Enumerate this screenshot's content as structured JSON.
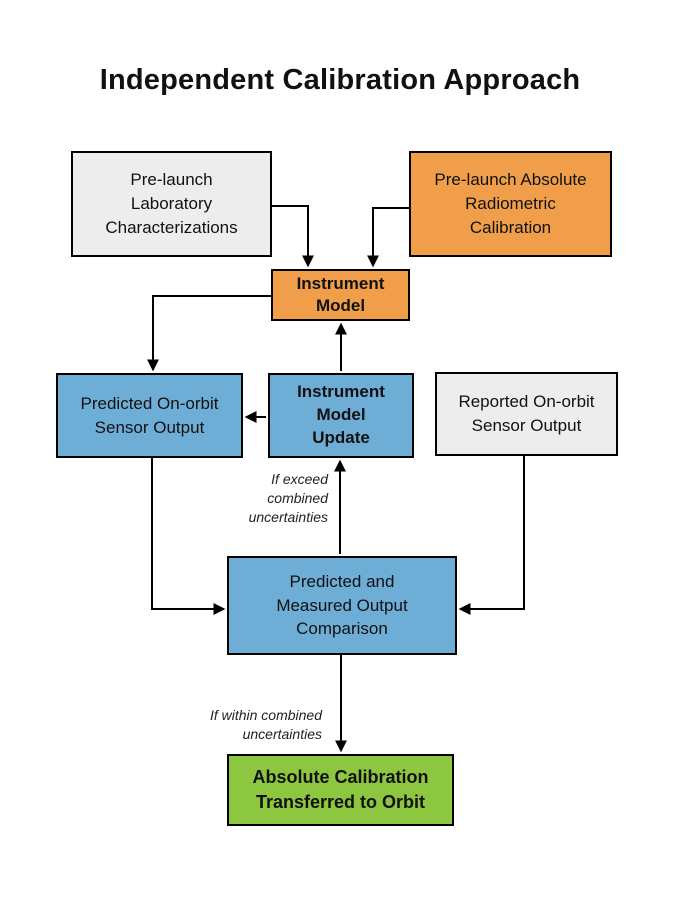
{
  "title": "Independent Calibration Approach",
  "colors": {
    "box_gray": "#EDEDEE",
    "box_orange": "#F09E4A",
    "box_blue": "#6EADD6",
    "box_green": "#8DC63F",
    "border": "#000000",
    "arrow": "#000000",
    "text": "#111111"
  },
  "nodes": {
    "prelaunch_lab": {
      "label": "Pre-launch\nLaboratory\nCharacterizations",
      "color": "gray"
    },
    "prelaunch_abs": {
      "label": "Pre-launch Absolute\nRadiometric\nCalibration",
      "color": "orange"
    },
    "instrument_model": {
      "label": "Instrument\nModel",
      "color": "orange"
    },
    "predicted_output": {
      "label": "Predicted On-orbit\nSensor Output",
      "color": "blue"
    },
    "model_update": {
      "label": "Instrument\nModel\nUpdate",
      "color": "blue"
    },
    "reported_output": {
      "label": "Reported On-orbit\nSensor Output",
      "color": "gray"
    },
    "comparison": {
      "label": "Predicted and\nMeasured Output\nComparison",
      "color": "blue"
    },
    "transferred": {
      "label": "Absolute Calibration\nTransferred to Orbit",
      "color": "green"
    }
  },
  "edge_labels": {
    "if_exceed": "If exceed\ncombined\nuncertainties",
    "if_within": "If within combined\nuncertainties"
  }
}
